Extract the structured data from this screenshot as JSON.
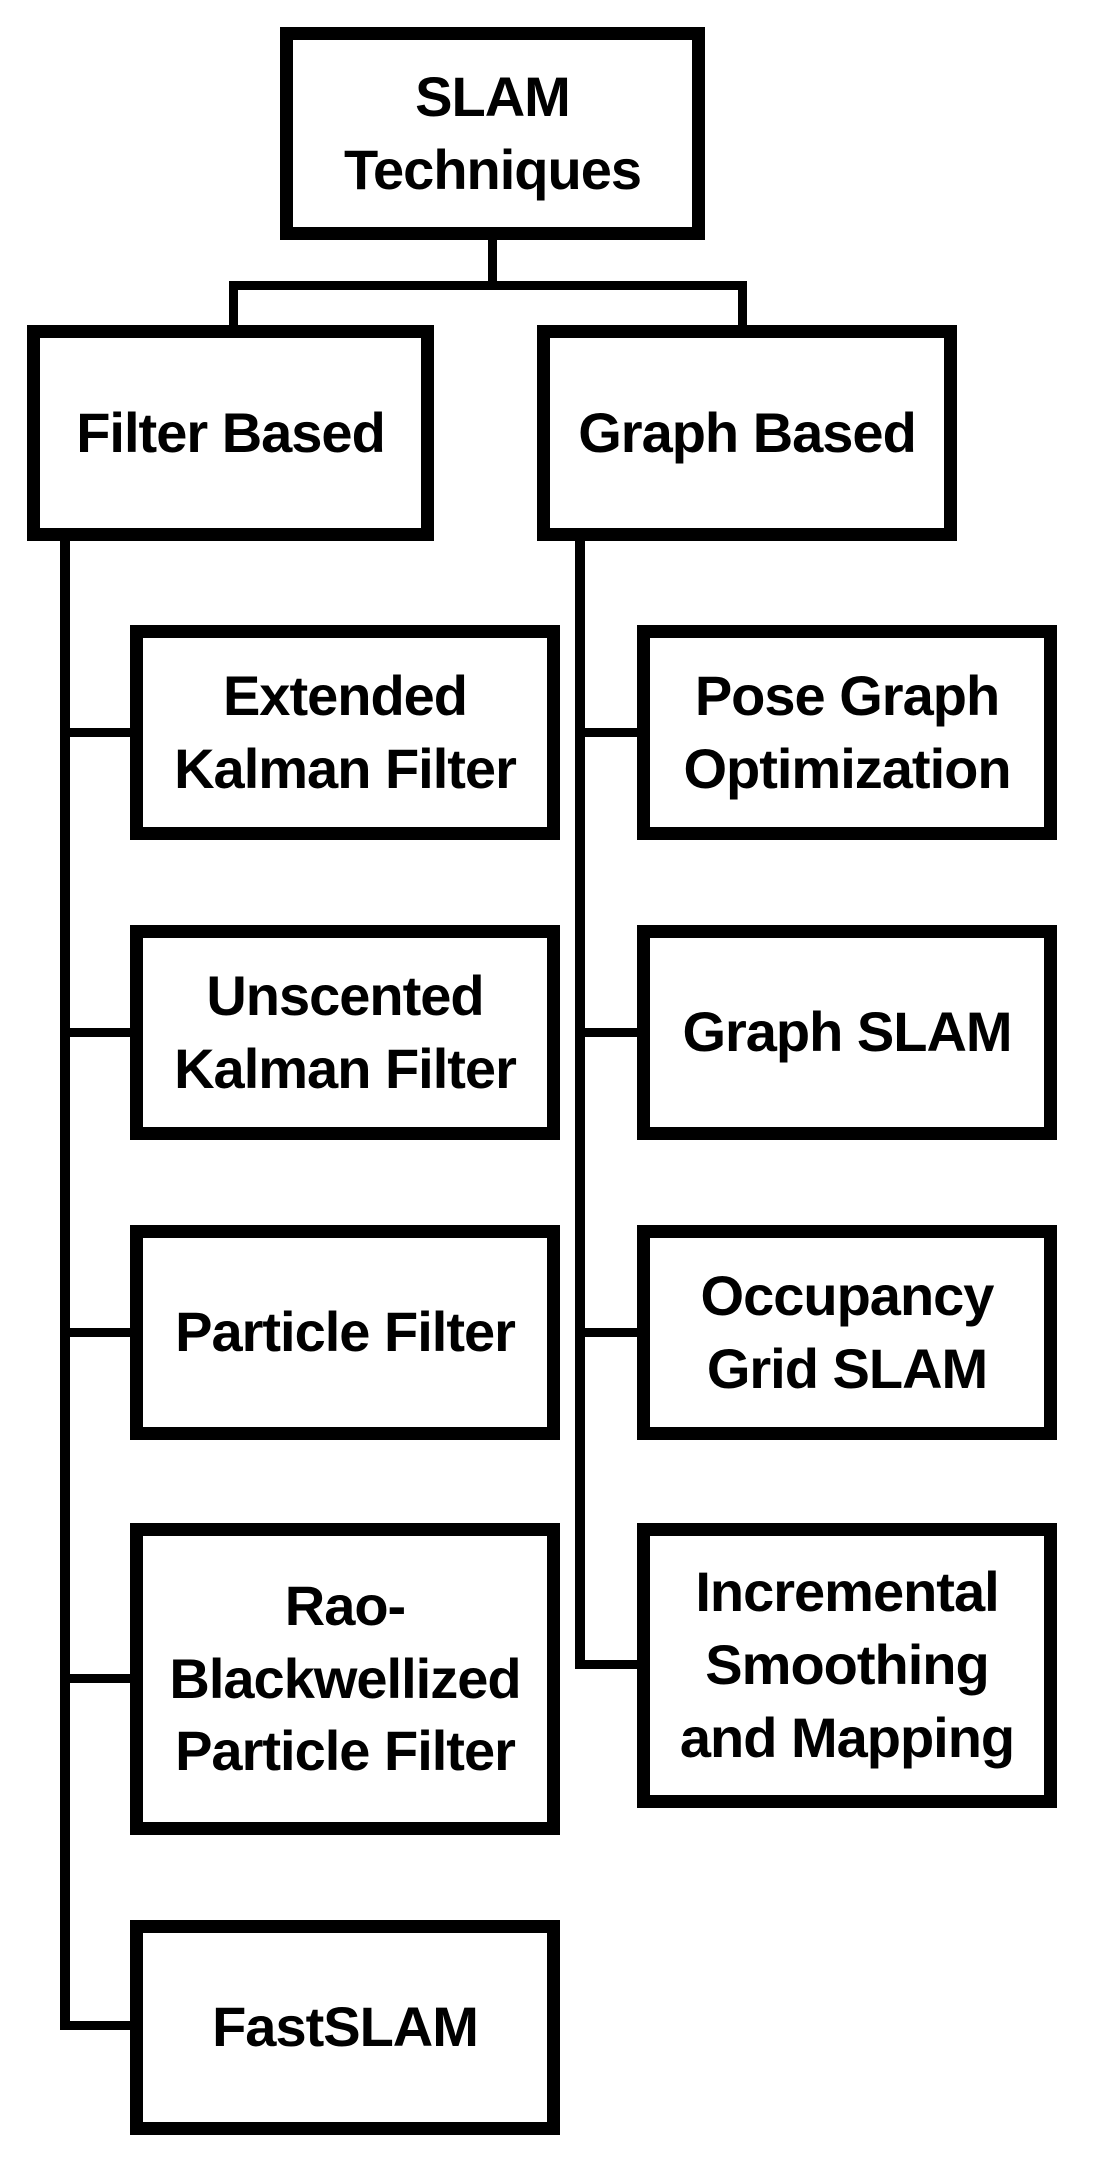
{
  "diagram": {
    "title": "SLAM Techniques hierarchy",
    "colors": {
      "background": "#ffffff",
      "box_fill": "#ffffff",
      "box_border": "#000000",
      "text": "#000000",
      "connector": "#000000"
    },
    "root": {
      "label": "SLAM\nTechniques"
    },
    "branches": [
      {
        "label": "Filter Based",
        "children": [
          {
            "label": "Extended\nKalman Filter"
          },
          {
            "label": "Unscented\nKalman Filter"
          },
          {
            "label": "Particle Filter"
          },
          {
            "label": "Rao-\nBlackwellized\nParticle Filter"
          },
          {
            "label": "FastSLAM"
          }
        ]
      },
      {
        "label": "Graph Based",
        "children": [
          {
            "label": "Pose Graph\nOptimization"
          },
          {
            "label": "Graph SLAM"
          },
          {
            "label": "Occupancy\nGrid SLAM"
          },
          {
            "label": "Incremental\nSmoothing\nand Mapping"
          }
        ]
      }
    ]
  }
}
